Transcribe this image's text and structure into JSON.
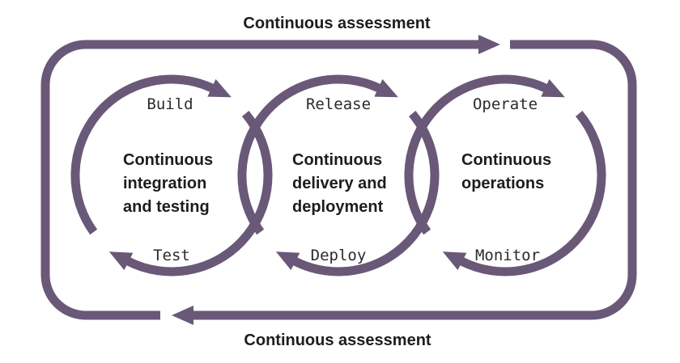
{
  "diagram": {
    "name": "continuous-lifecycle-diagram",
    "outer_loop": {
      "label_top": "Continuous assessment",
      "label_bottom": "Continuous assessment"
    },
    "cycles": [
      {
        "id": "integration",
        "top_step": "Build",
        "bottom_step": "Test",
        "title_lines": [
          "Continuous",
          "integration",
          "and testing"
        ]
      },
      {
        "id": "delivery",
        "top_step": "Release",
        "bottom_step": "Deploy",
        "title_lines": [
          "Continuous",
          "delivery and",
          "deployment"
        ]
      },
      {
        "id": "operations",
        "top_step": "Operate",
        "bottom_step": "Monitor",
        "title_lines": [
          "Continuous",
          "operations"
        ]
      }
    ],
    "colors": {
      "loop": "#6a5878",
      "text": "#1d1d1d",
      "steps": "#2b2b2b",
      "background": "#ffffff"
    }
  }
}
